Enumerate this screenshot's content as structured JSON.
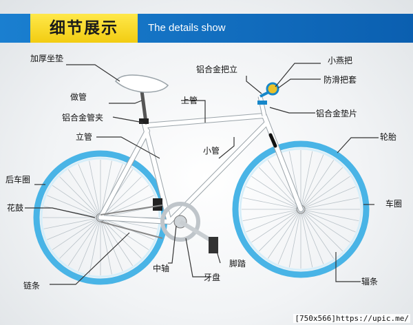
{
  "header": {
    "title_cn": "细节展示",
    "title_en": "The details show"
  },
  "labels": {
    "saddle": "加厚坐垫",
    "seatpost": "做管",
    "seat_clamp": "铝合金管夹",
    "seat_tube": "立管",
    "top_tube": "上管",
    "down_tube": "小管",
    "stem": "铝合金把立",
    "handlebar": "小燕把",
    "grip": "防滑把套",
    "spacer": "铝合金垫片",
    "tire": "轮胎",
    "rear_rim": "后车圈",
    "rear_hub": "花鼓",
    "front_rim": "车圈",
    "chain": "链条",
    "bottom_bracket": "中轴",
    "pedal": "脚踏",
    "chainring": "牙盘",
    "spokes": "辐条"
  },
  "watermark": "[750x566]https://upic.me/",
  "colors": {
    "banner_blue": "#0b5fb0",
    "banner_yellow": "#f5d21a",
    "rim_blue": "#49b4e6",
    "frame_white": "#ffffff"
  }
}
